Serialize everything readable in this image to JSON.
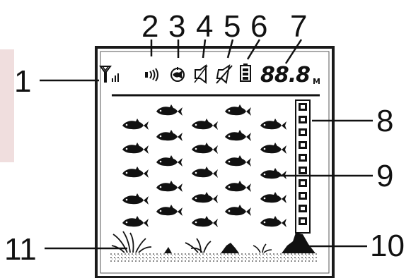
{
  "callouts": [
    {
      "id": "1",
      "label": "1",
      "target": "signal strength indicator"
    },
    {
      "id": "2",
      "label": "2",
      "target": "sonar icon"
    },
    {
      "id": "3",
      "label": "3",
      "target": "fish alarm icon"
    },
    {
      "id": "4",
      "label": "4",
      "target": "speaker icon"
    },
    {
      "id": "5",
      "label": "5",
      "target": "muted icon"
    },
    {
      "id": "6",
      "label": "6",
      "target": "battery icon"
    },
    {
      "id": "7",
      "label": "7",
      "target": "depth readout"
    },
    {
      "id": "8",
      "label": "8",
      "target": "depth scale bar"
    },
    {
      "id": "9",
      "label": "9",
      "target": "fish icons"
    },
    {
      "id": "10",
      "label": "10",
      "target": "rock"
    },
    {
      "id": "11",
      "label": "11",
      "target": "weeds"
    }
  ],
  "lcd": {
    "depth_readout": "88.8",
    "depth_unit": "M"
  },
  "colors": {
    "ink": "#111111",
    "lcd_background": "#ffffff",
    "frame": "#1a1a1a"
  },
  "icons": [
    "signal-icon",
    "sonar-icon",
    "fish-alarm-icon",
    "speaker-icon",
    "mute-icon",
    "battery-icon",
    "fish-icon",
    "weed-icon",
    "rock-icon"
  ],
  "fish_grid": {
    "columns": 5,
    "rows": 5
  }
}
